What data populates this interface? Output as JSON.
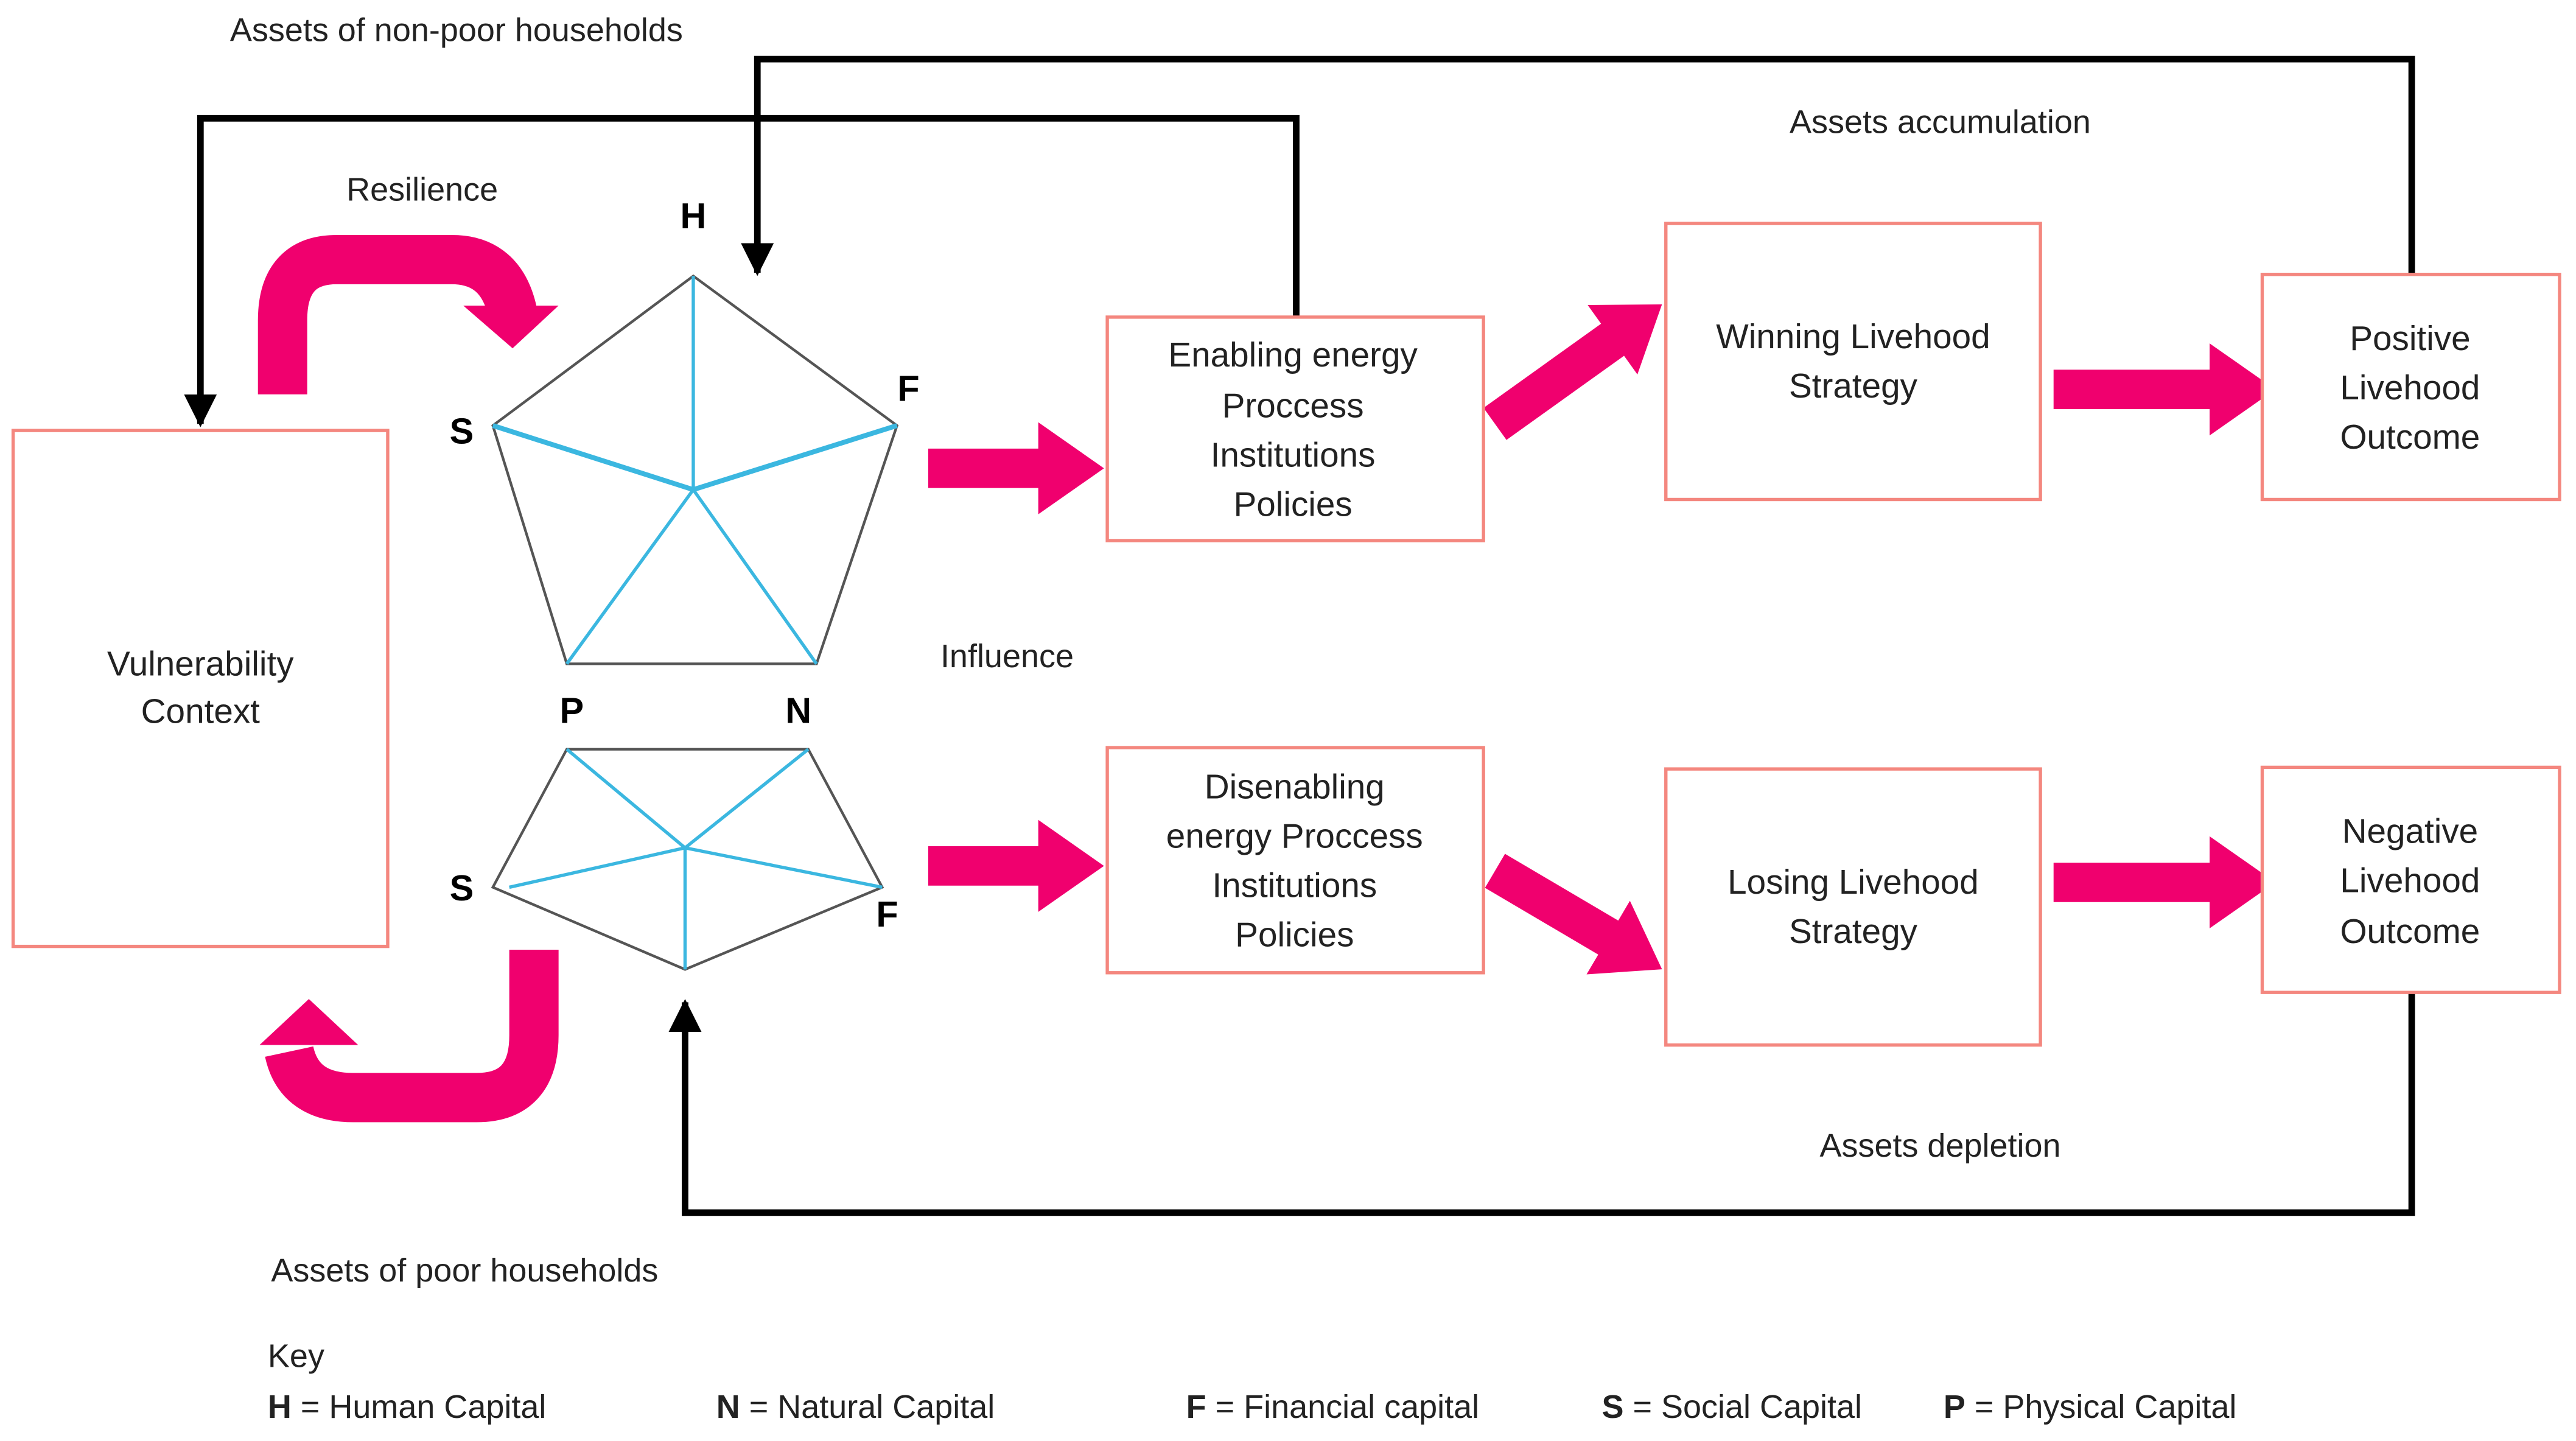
{
  "labels": {
    "non_poor_assets": "Assets of non-poor households",
    "assets_accumulation": "Assets accumulation",
    "resilience": "Resilience",
    "influence": "Influence",
    "assets_depletion": "Assets depletion",
    "poor_assets": "Assets of poor households"
  },
  "vulnerability": [
    "Vulnerability",
    "Context"
  ],
  "pentagon_top": {
    "H": "H",
    "F": "F",
    "S": "S",
    "P": "P",
    "N": "N"
  },
  "pentagon_bottom": {
    "S": "S",
    "F": "F"
  },
  "boxes": {
    "enabling": [
      "Enabling energy",
      "Proccess",
      "Institutions",
      "Policies"
    ],
    "disenabling": [
      "Disenabling",
      "energy Proccess",
      "Institutions",
      "Policies"
    ],
    "winning": [
      "Winning Livehood",
      "Strategy"
    ],
    "losing": [
      "Losing Livehood",
      "Strategy"
    ],
    "positive": [
      "Positive",
      "Livehood",
      "Outcome"
    ],
    "negative": [
      "Negative",
      "Livehood",
      "Outcome"
    ]
  },
  "key": {
    "title": "Key",
    "items": [
      {
        "letter": "H",
        "text": " = Human Capital"
      },
      {
        "letter": "N",
        "text": " = Natural Capital"
      },
      {
        "letter": "F",
        "text": " = Financial capital"
      },
      {
        "letter": "S",
        "text": " = Social Capital"
      },
      {
        "letter": "P",
        "text": " = Physical Capital"
      }
    ]
  },
  "colors": {
    "arrow_pink": "#f0006e",
    "box_border": "#f4877f",
    "spoke_blue": "#3bb7e0",
    "connector": "#000000"
  }
}
